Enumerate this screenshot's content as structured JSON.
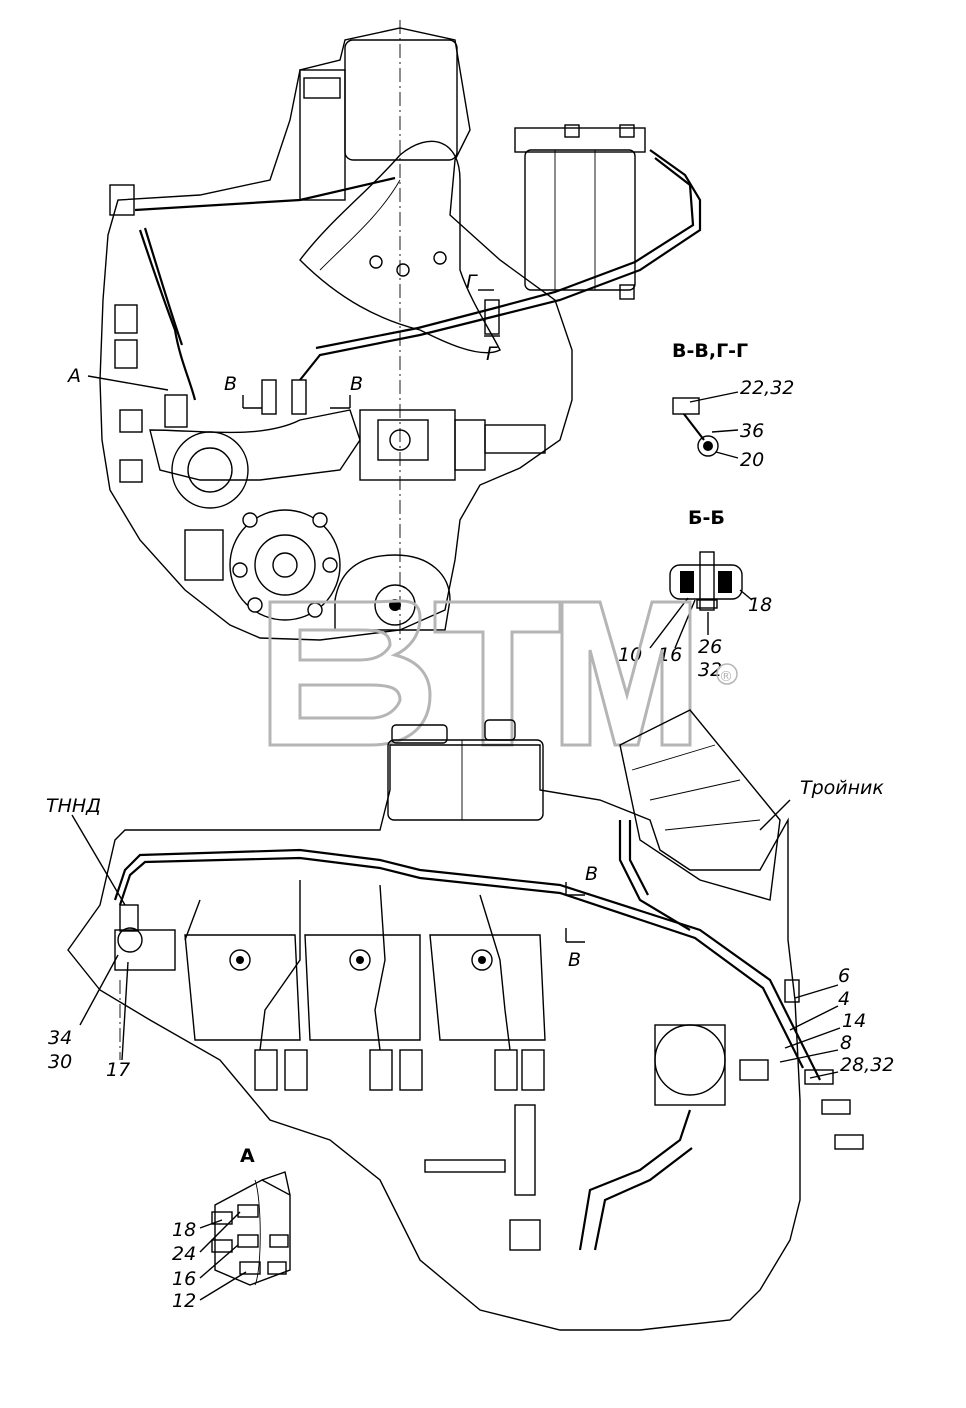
{
  "watermark": {
    "text": "BTM",
    "registered_mark": "®"
  },
  "top_view": {
    "callout_A": "А",
    "section_marks": {
      "v_left": "В",
      "v_right": "В",
      "g_top": "Г",
      "g_bottom": "Г"
    }
  },
  "section_vv_gg": {
    "title": "В-В,Г-Г",
    "labels": [
      "22,32",
      "36",
      "20"
    ]
  },
  "section_bb": {
    "title": "Б-Б",
    "labels": [
      "18",
      "10",
      "16",
      "26",
      "32"
    ]
  },
  "side_view": {
    "tnnd_label": "ТННД",
    "tee_label": "Тройник",
    "section_marks": {
      "v_upper": "В",
      "v_lower": "В"
    },
    "left_labels": [
      "34",
      "30",
      "17"
    ],
    "right_labels": [
      "6",
      "4",
      "14",
      "8",
      "28,32"
    ]
  },
  "detail_A": {
    "title": "А",
    "labels": [
      "18",
      "24",
      "16",
      "12"
    ]
  }
}
